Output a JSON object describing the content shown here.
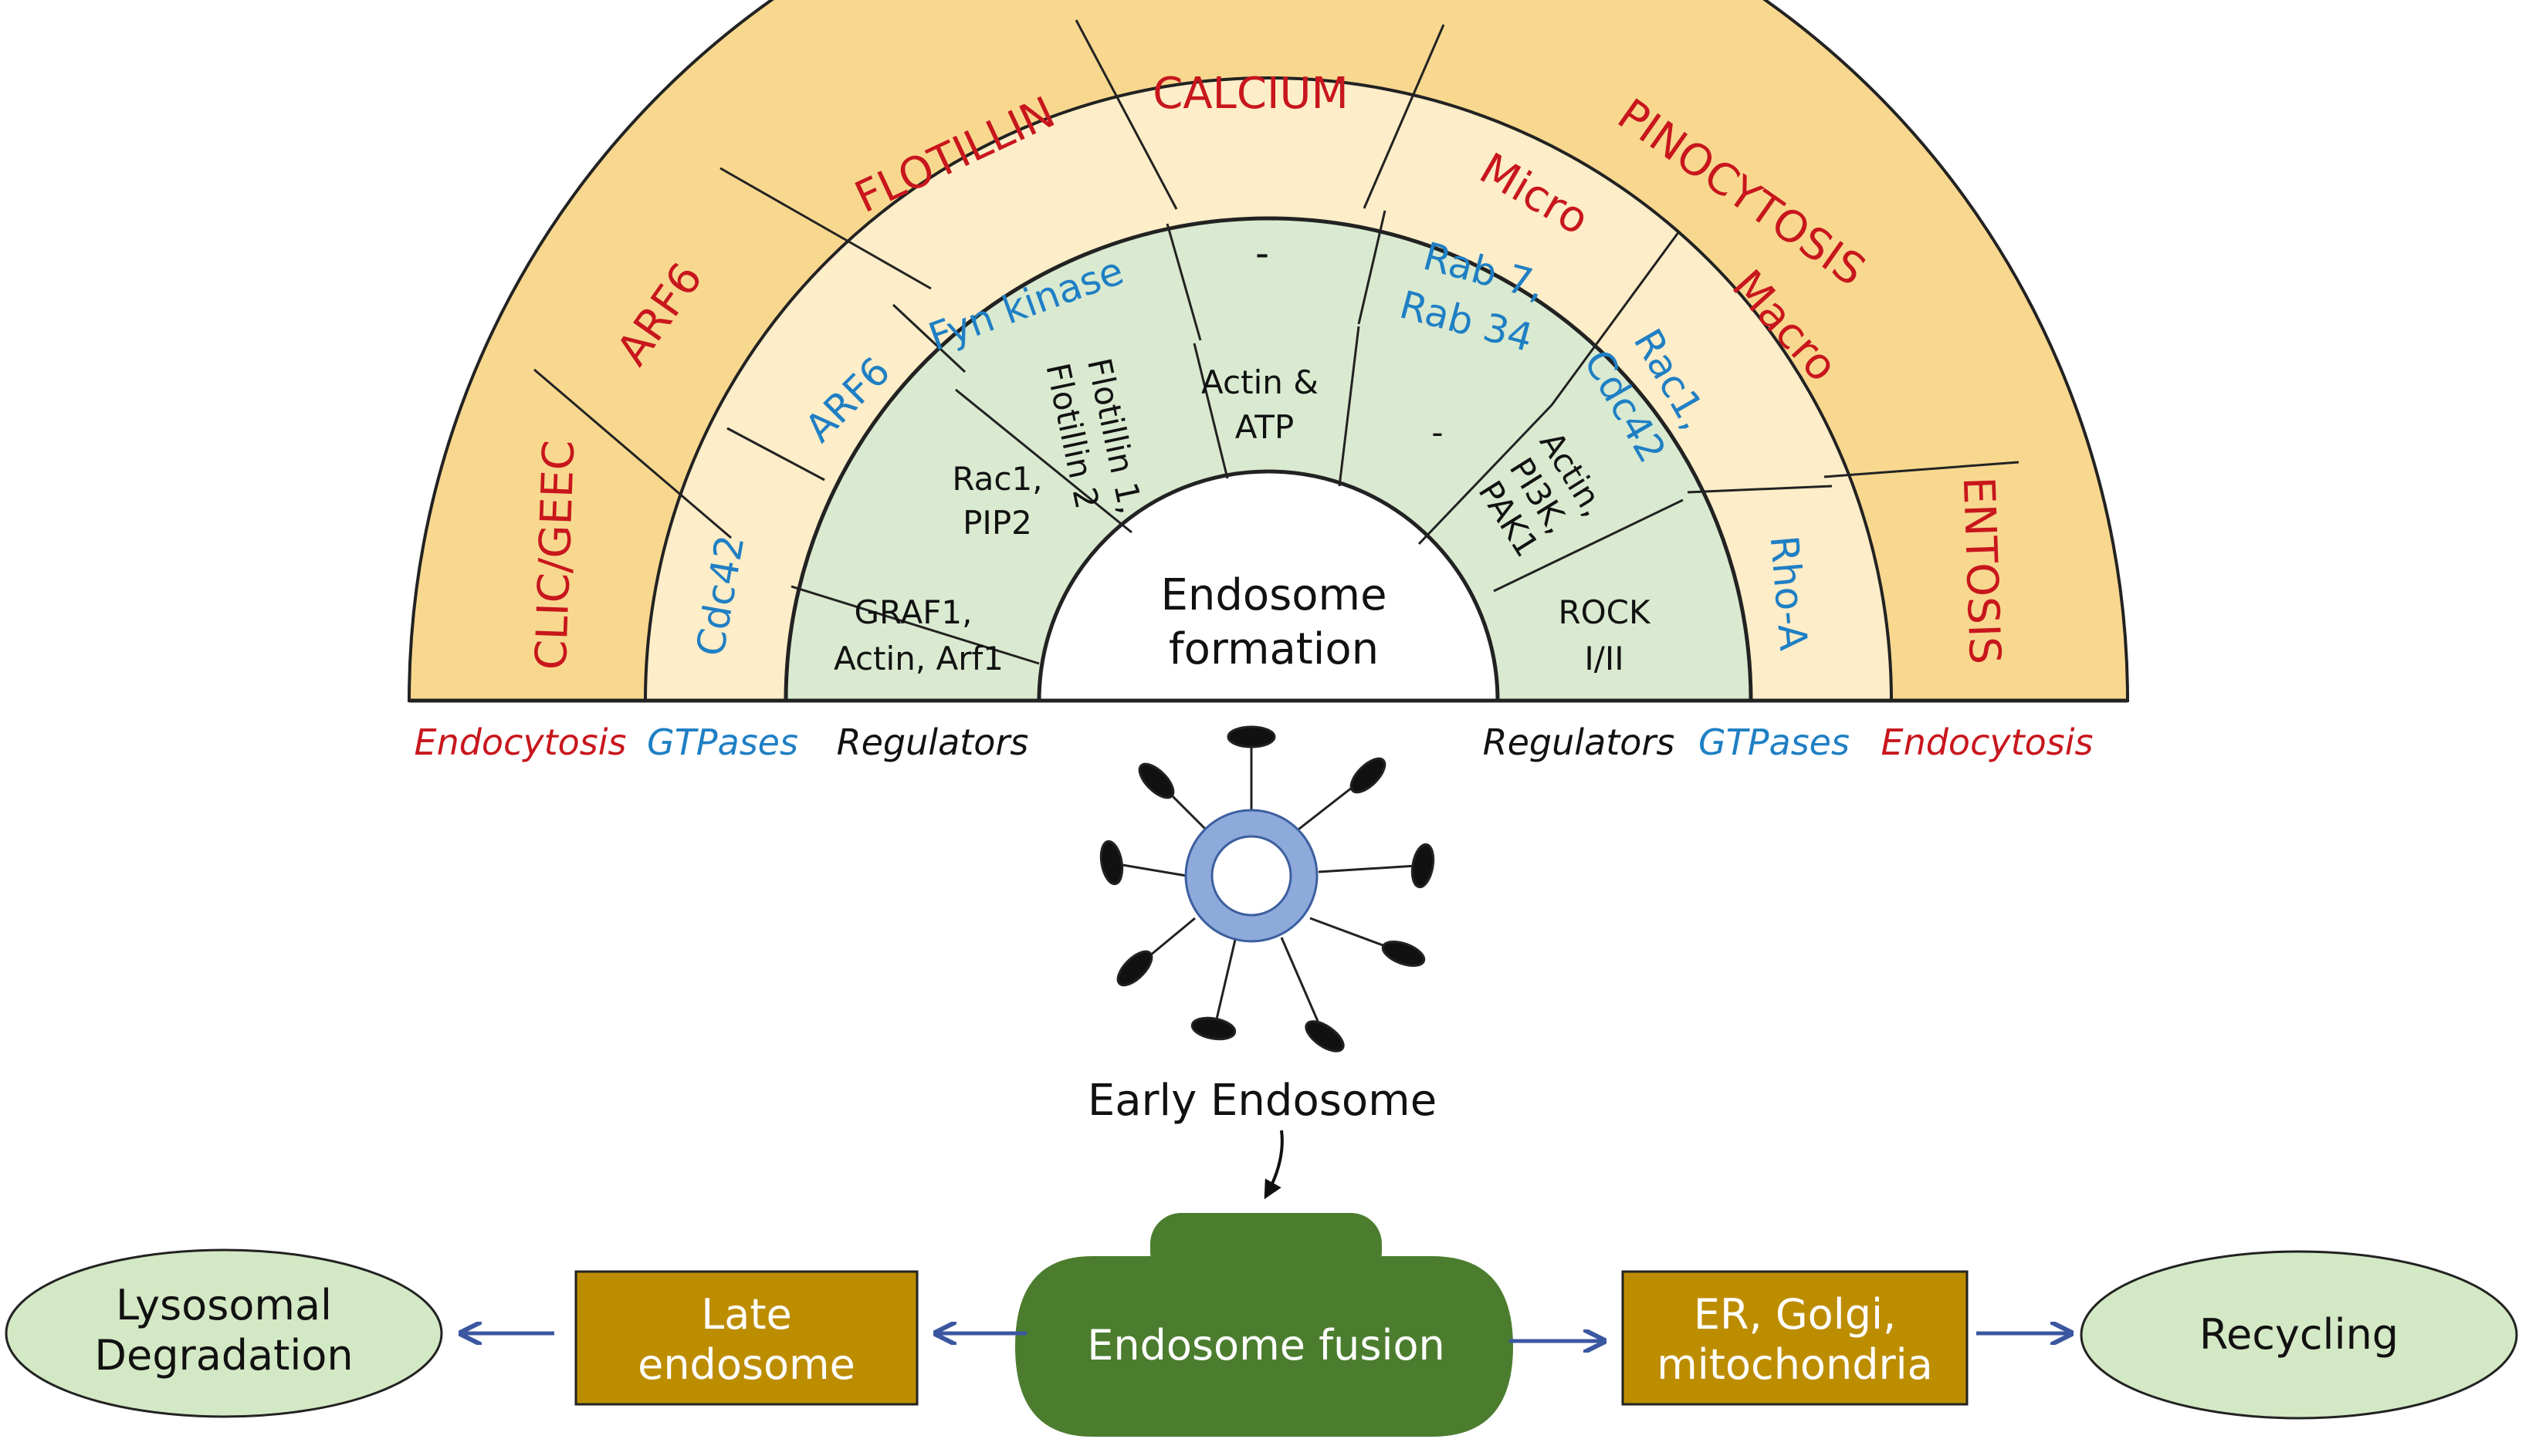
{
  "colors": {
    "outer_ring": "#f8d88f",
    "middle_ring": "#fdedc8",
    "inner_ring": "#d9ead1",
    "core": "#ffffff",
    "endocytosis_text": "#c8161d",
    "gtpase_text": "#1f7fc4",
    "regulator_text": "#111111",
    "fusion_shape": "#4c7d2f",
    "box_fill": "#bd8d00",
    "ellipse_fill": "#d3e8c4",
    "vesicle_ring": "#8eaadb",
    "vesicle_stroke": "#3d5fa0",
    "arrow": "#3b57a0"
  },
  "semicircle": {
    "center_label": [
      "Endosome",
      "formation"
    ],
    "outer": [
      "CLIC/GEEC",
      "ARF6",
      "FLOTILLIN",
      "CALCIUM",
      "PINOCYTOSIS",
      "ENTOSIS"
    ],
    "pinocytosis_sub": [
      "Micro",
      "Macro"
    ],
    "middle": [
      [
        "Cdc42"
      ],
      [
        "ARF6"
      ],
      [
        "Fyn kinase"
      ],
      [
        "-"
      ],
      [
        "Rab 7,",
        "Rab 34"
      ],
      [
        "Rac1,",
        "Cdc42"
      ],
      [
        "Rho-A"
      ]
    ],
    "inner": [
      [
        "GRAF1,",
        "Actin, Arf1"
      ],
      [
        "Rac1,",
        "PIP2"
      ],
      [
        "Flotillin 1,",
        "Flotillin 2"
      ],
      [
        "Actin &",
        "ATP"
      ],
      [
        "-"
      ],
      [
        "Actin,",
        "PI3K,",
        "PAK1"
      ],
      [
        "ROCK",
        "I/II"
      ]
    ]
  },
  "baseline_labels": {
    "left": [
      "Endocytosis",
      "GTPases",
      "Regulators"
    ],
    "right": [
      "Regulators",
      "GTPases",
      "Endocytosis"
    ]
  },
  "early_endosome_label": "Early Endosome",
  "pathway": {
    "center": "Endosome fusion",
    "left_box": [
      "Late",
      "endosome"
    ],
    "left_end": [
      "Lysosomal",
      "Degradation"
    ],
    "right_box": [
      "ER, Golgi,",
      "mitochondria"
    ],
    "right_end": [
      "Recycling"
    ]
  }
}
